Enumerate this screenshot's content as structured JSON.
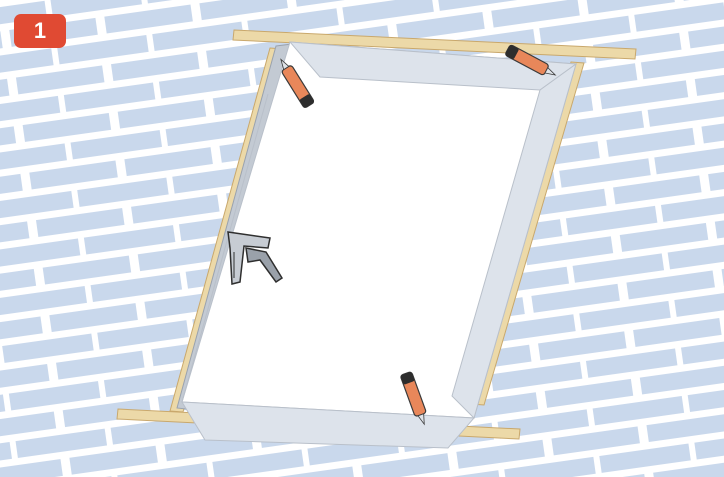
{
  "step": {
    "number": "1"
  },
  "colors": {
    "background": "#eef1f4",
    "roof_tile": "#c9d8ec",
    "batten": "#ffffff",
    "opening": "#ffffff",
    "membrane_fold": "#dde3eb",
    "membrane_side": "#c3cad3",
    "timber": "#ecd9a8",
    "timber_edge": "#c9a86c",
    "knife_body": "#e8875a",
    "tool_outline": "#3a3a3a",
    "badge": "#e04a33"
  },
  "tools": [
    {
      "name": "utility-knife",
      "count": 3
    },
    {
      "name": "staple-gun",
      "count": 1
    }
  ]
}
